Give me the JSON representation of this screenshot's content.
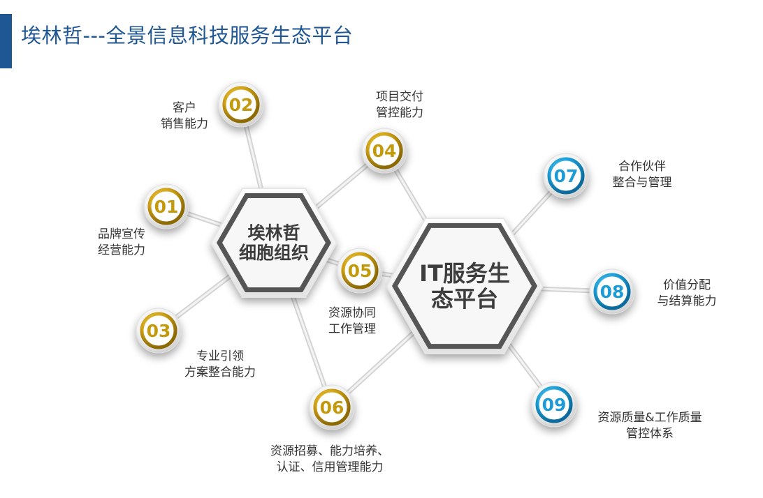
{
  "page": {
    "title": "埃林哲---全景信息科技服务生态平台"
  },
  "hubs": {
    "cell": {
      "line1": "埃林哲",
      "line2": "细胞组织"
    },
    "platform": {
      "line1": "IT服务生",
      "line2": "态平台"
    }
  },
  "nodes": [
    {
      "num": "01",
      "lines": [
        "品牌宣传",
        "经营能力"
      ],
      "color": "gold"
    },
    {
      "num": "02",
      "lines": [
        "客户",
        "销售能力"
      ],
      "color": "gold"
    },
    {
      "num": "03",
      "lines": [
        "专业引领",
        "方案整合能力"
      ],
      "color": "gold"
    },
    {
      "num": "04",
      "lines": [
        "项目交付",
        "管控能力"
      ],
      "color": "gold"
    },
    {
      "num": "05",
      "lines": [
        "资源协同",
        "工作管理"
      ],
      "color": "gold"
    },
    {
      "num": "06",
      "lines": [
        "资源招募、能力培养、",
        "认证、信用管理能力"
      ],
      "color": "gold"
    },
    {
      "num": "07",
      "lines": [
        "合作伙伴",
        "整合与管理"
      ],
      "color": "blue"
    },
    {
      "num": "08",
      "lines": [
        "价值分配",
        "与结算能力"
      ],
      "color": "blue"
    },
    {
      "num": "09",
      "lines": [
        "资源质量&工作质量",
        "管控体系"
      ],
      "color": "blue"
    }
  ],
  "colors": {
    "accent": "#1f5694",
    "gold": "#c49a0c",
    "blue": "#1b9bd6",
    "hex_border": "#555555"
  }
}
